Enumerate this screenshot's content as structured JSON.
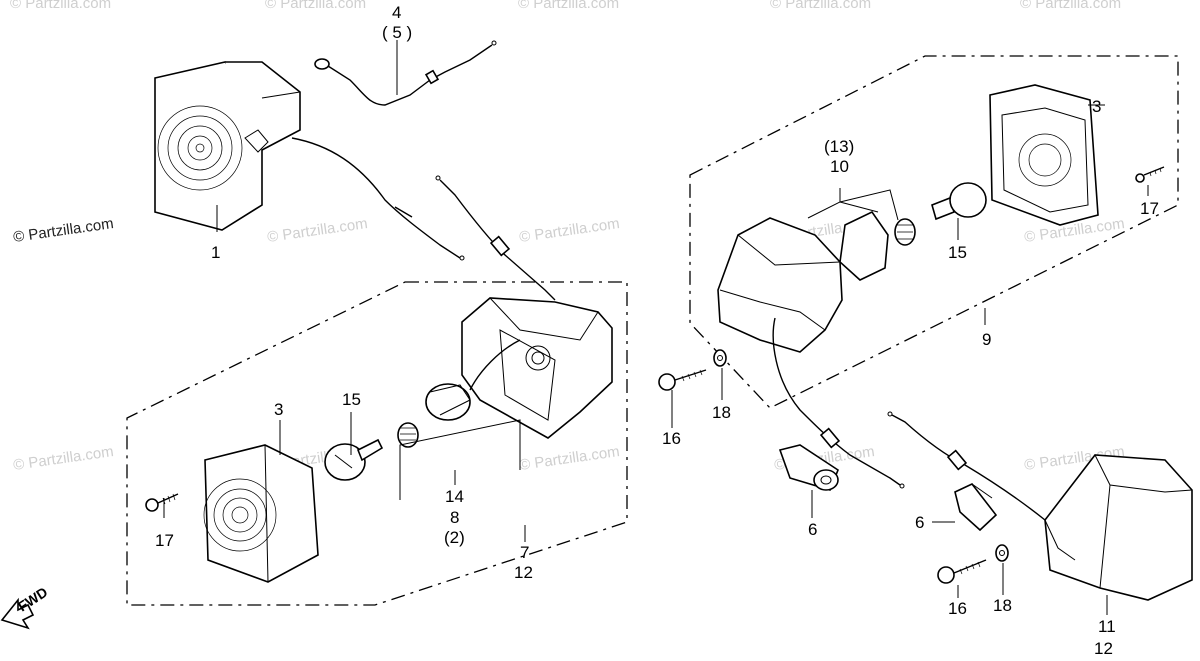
{
  "diagram": {
    "watermark_text": "© Partzilla.com",
    "fwd_label": "FWD",
    "callouts": [
      {
        "id": "c1",
        "text": "1"
      },
      {
        "id": "c3a",
        "text": "3"
      },
      {
        "id": "c3b",
        "text": "3"
      },
      {
        "id": "c4",
        "text": "4"
      },
      {
        "id": "c5",
        "text": "( 5 )"
      },
      {
        "id": "c6a",
        "text": "6"
      },
      {
        "id": "c6b",
        "text": "6"
      },
      {
        "id": "c7",
        "text": "7"
      },
      {
        "id": "c12a",
        "text": "12"
      },
      {
        "id": "c8",
        "text": "8"
      },
      {
        "id": "c2",
        "text": "(2)"
      },
      {
        "id": "c9",
        "text": "9"
      },
      {
        "id": "c10",
        "text": "10"
      },
      {
        "id": "c13",
        "text": "(13)"
      },
      {
        "id": "c11",
        "text": "11"
      },
      {
        "id": "c12b",
        "text": "12"
      },
      {
        "id": "c14",
        "text": "14"
      },
      {
        "id": "c15a",
        "text": "15"
      },
      {
        "id": "c15b",
        "text": "15"
      },
      {
        "id": "c16a",
        "text": "16"
      },
      {
        "id": "c16b",
        "text": "16"
      },
      {
        "id": "c17a",
        "text": "17"
      },
      {
        "id": "c17b",
        "text": "17"
      },
      {
        "id": "c18a",
        "text": "18"
      },
      {
        "id": "c18b",
        "text": "18"
      }
    ]
  }
}
